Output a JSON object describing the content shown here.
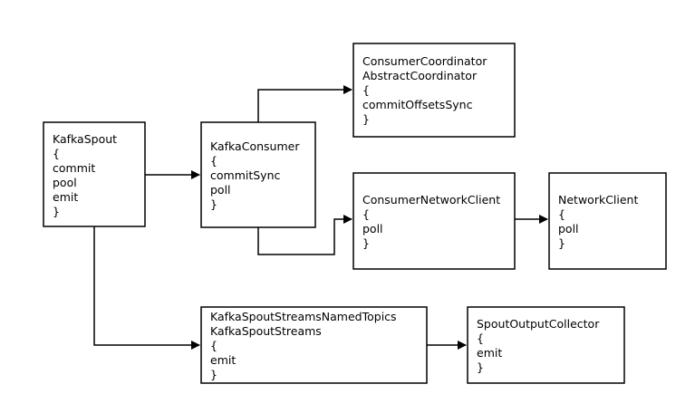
{
  "nodes": [
    {
      "id": "kafka_spout",
      "lines": [
        "KafkaSpout",
        "{",
        "commit",
        "pool",
        "emit",
        "}"
      ]
    },
    {
      "id": "kafka_consumer",
      "lines": [
        "KafkaConsumer",
        "{",
        "commitSync",
        "poll",
        "}"
      ]
    },
    {
      "id": "consumer_coordinator",
      "lines": [
        "ConsumerCoordinator",
        "AbstractCoordinator",
        "{",
        "commitOffsetsSync",
        "}"
      ]
    },
    {
      "id": "consumer_network_client",
      "lines": [
        "ConsumerNetworkClient",
        "{",
        "poll",
        "}"
      ]
    },
    {
      "id": "network_client",
      "lines": [
        "NetworkClient",
        "{",
        "poll",
        "}"
      ]
    },
    {
      "id": "kafka_spout_streams",
      "lines": [
        "KafkaSpoutStreamsNamedTopics",
        "KafkaSpoutStreams",
        "{",
        "emit",
        "}"
      ]
    },
    {
      "id": "spout_output_collector",
      "lines": [
        "SpoutOutputCollector",
        "{",
        "emit",
        "}"
      ]
    }
  ],
  "edges": [
    {
      "from": "kafka_spout",
      "to": "kafka_consumer"
    },
    {
      "from": "kafka_consumer",
      "to": "consumer_coordinator"
    },
    {
      "from": "kafka_consumer",
      "to": "consumer_network_client"
    },
    {
      "from": "consumer_network_client",
      "to": "network_client"
    },
    {
      "from": "kafka_spout",
      "to": "kafka_spout_streams"
    },
    {
      "from": "kafka_spout_streams",
      "to": "spout_output_collector"
    }
  ]
}
